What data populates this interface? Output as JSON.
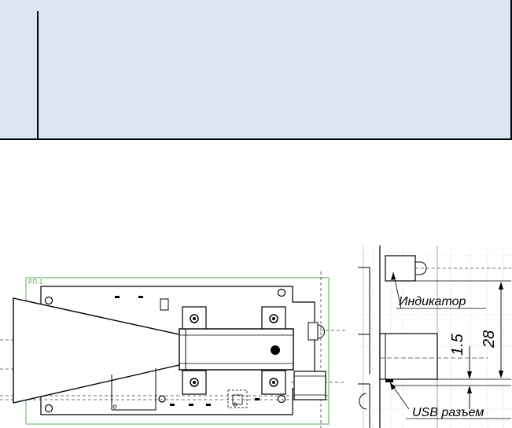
{
  "board_drawing": {
    "board_label": "РП-1"
  },
  "detail_view": {
    "indicator_label": "Индикатор",
    "usb_label": "USB разъем",
    "dim_small": "1.5",
    "dim_large": "28"
  }
}
